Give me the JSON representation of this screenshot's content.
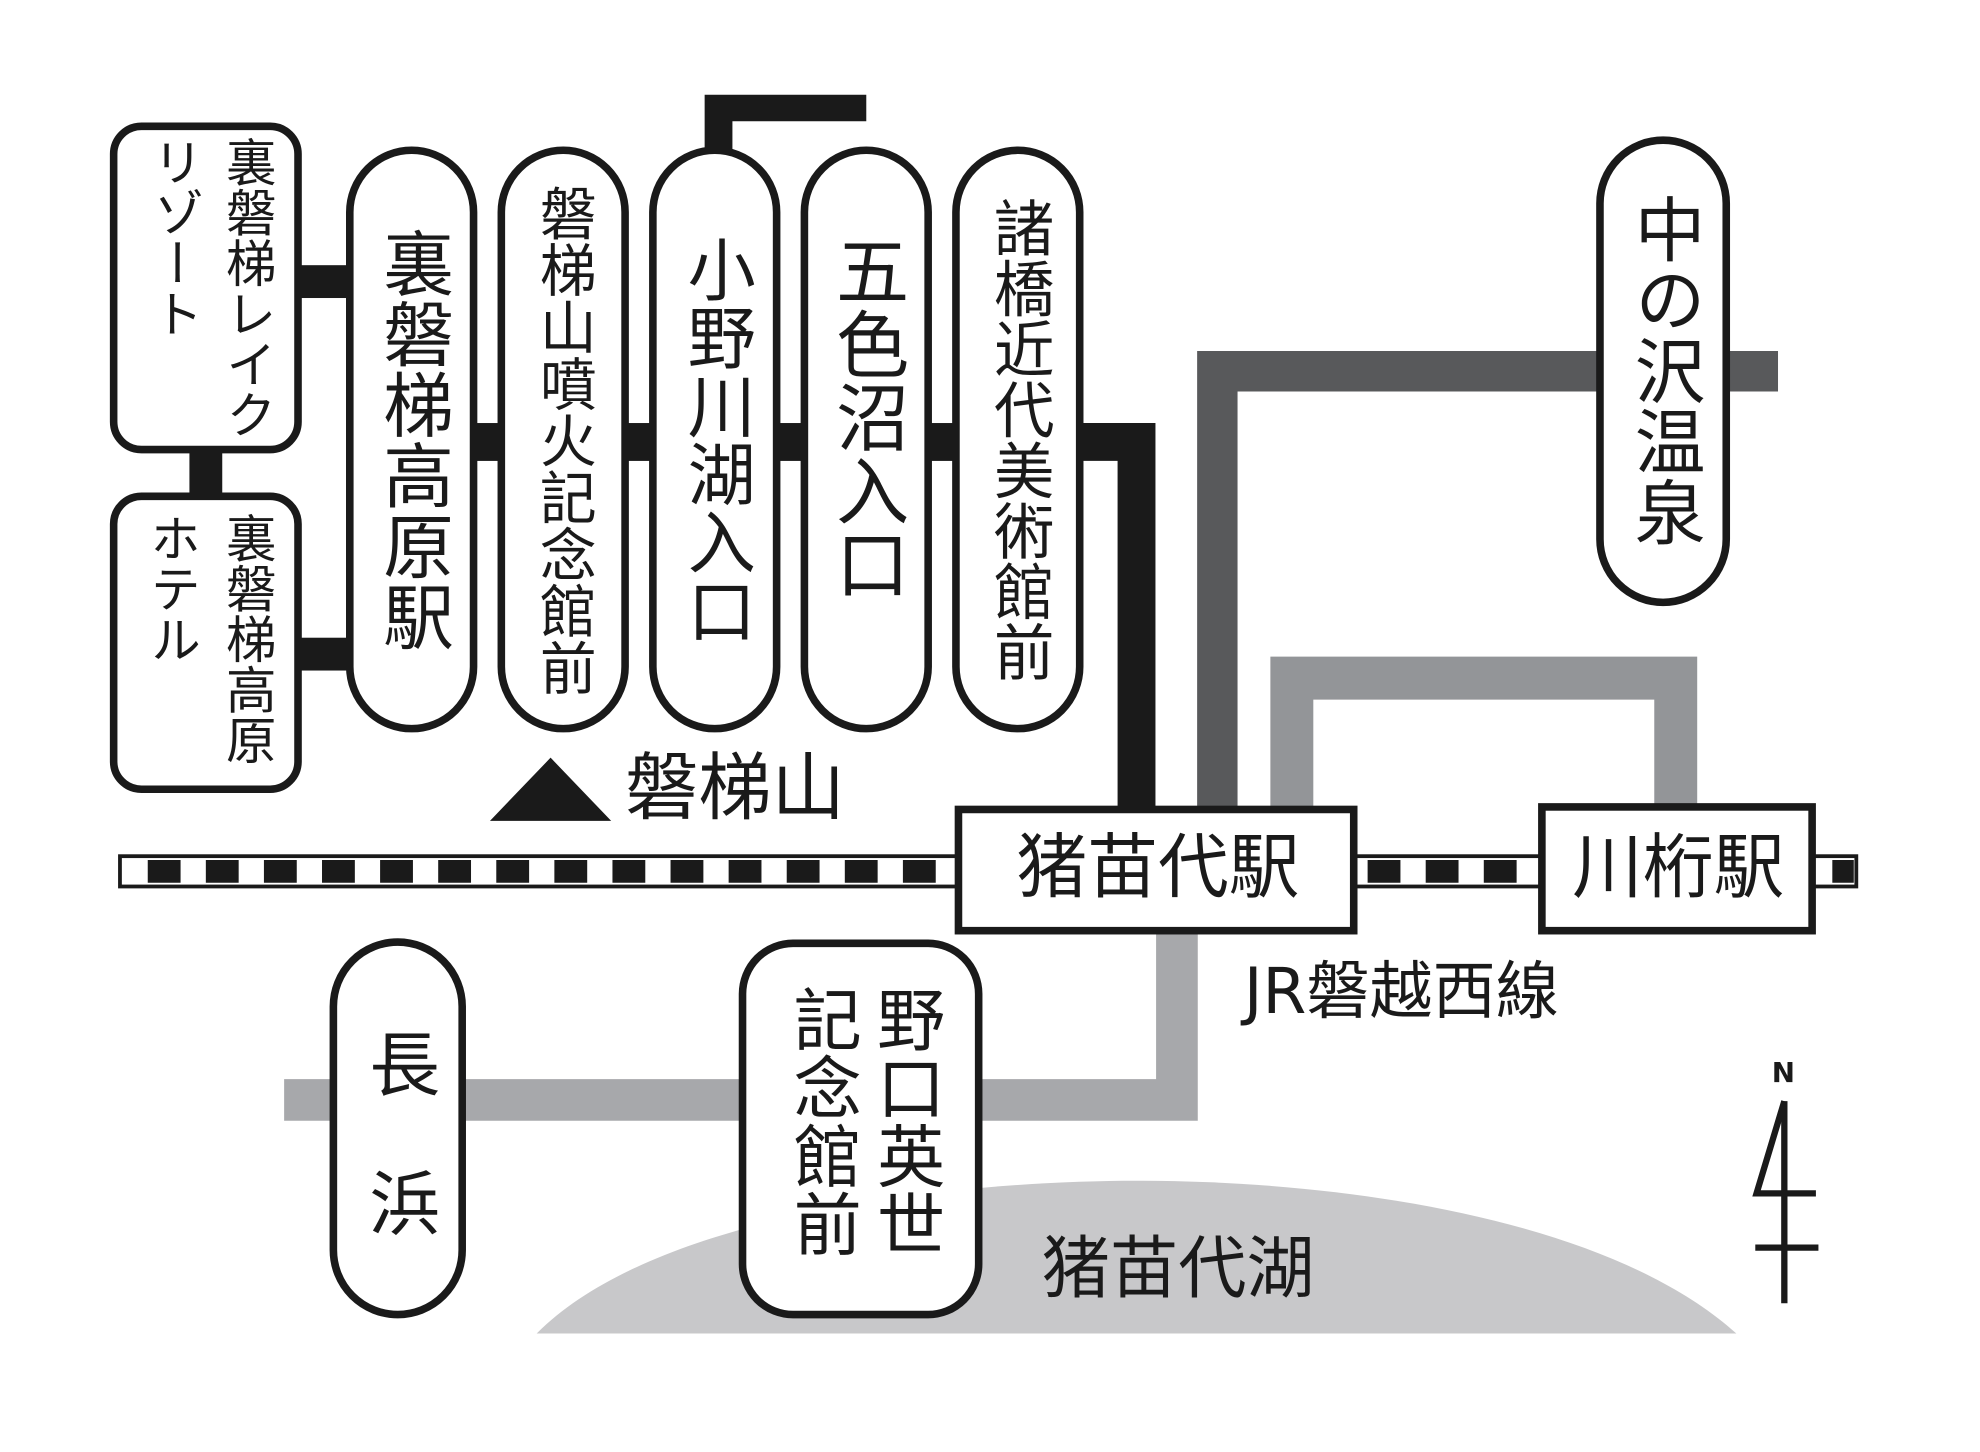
{
  "map": {
    "colors": {
      "bus_route_black": "#1a1a1a",
      "bus_route_dark_gray": "#58595b",
      "bus_route_mid_gray": "#939598",
      "bus_route_light_gray": "#a7a8ab",
      "lake": "#c8c8ca"
    },
    "stops": {
      "lake_resort": {
        "line1": "裏磐梯レイク",
        "line2": "リゾート"
      },
      "kogen_hotel": {
        "line1": "裏磐梯高原",
        "line2": "ホテル"
      },
      "urabandai_kogen_eki": "裏磐梯高原駅",
      "eruption_museum": "磐梯山噴火記念館前",
      "onogawako": "小野川湖入口",
      "goshikinuma": "五色沼入口",
      "morohashi_museum": "諸橋近代美術館前",
      "nakanosawa_onsen": "中の沢温泉",
      "nagahama": {
        "line1": "長",
        "line2": "浜"
      },
      "noguchi_museum": {
        "line1": "野口英世",
        "line2": "記念館前"
      }
    },
    "stations": {
      "inawashiro": "猪苗代駅",
      "kawageta": "川桁駅"
    },
    "landmarks": {
      "mountain": "磐梯山",
      "mountain_icon": "triangle-mountain-icon",
      "lake": "猪苗代湖",
      "railway_line": "JR磐越西線"
    },
    "compass": {
      "north_label": "N",
      "icon": "north-arrow-icon"
    }
  }
}
